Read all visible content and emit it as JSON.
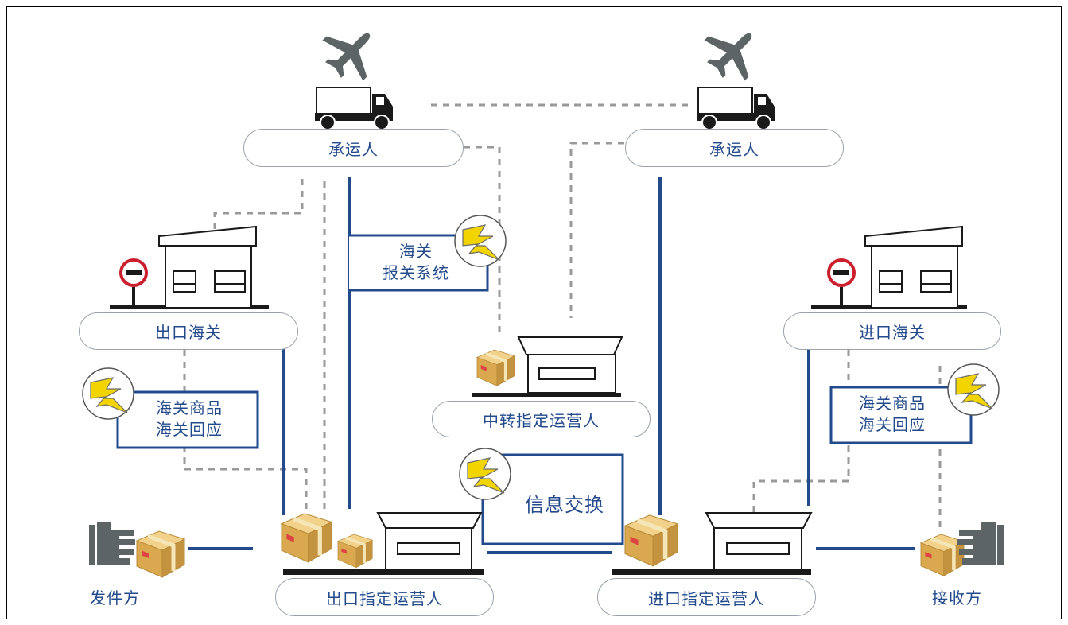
{
  "colors": {
    "primary_blue": "#234b8c",
    "dashed_gray": "#9a9a9a",
    "bolt_yellow": "#f2d400",
    "stop_red": "#cc1f2e",
    "box_tan": "#e0b45c",
    "building_black": "#1a1a1a"
  },
  "carrier_left": {
    "label": "承运人",
    "icons": [
      "airplane-icon",
      "truck-icon"
    ]
  },
  "carrier_right": {
    "label": "承运人",
    "icons": [
      "airplane-icon",
      "truck-icon"
    ]
  },
  "export_customs": {
    "label": "出口海关",
    "icons": [
      "customs-building-icon",
      "stop-sign-icon"
    ]
  },
  "import_customs": {
    "label": "进口海关",
    "icons": [
      "customs-building-icon",
      "stop-sign-icon"
    ]
  },
  "transit_operator": {
    "label": "中转指定运营人",
    "icons": [
      "warehouse-icon",
      "parcel-icon"
    ]
  },
  "export_operator": {
    "label": "出口指定运营人",
    "icons": [
      "warehouse-icon",
      "parcel-icon"
    ]
  },
  "import_operator": {
    "label": "进口指定运营人",
    "icons": [
      "warehouse-icon",
      "parcel-icon"
    ]
  },
  "customs_system": {
    "line1": "海关",
    "line2": "报关系统",
    "icon": "lightning-icon"
  },
  "export_messages": {
    "line1": "海关商品",
    "line2": "海关回应",
    "icon": "lightning-icon"
  },
  "import_messages": {
    "line1": "海关商品",
    "line2": "海关回应",
    "icon": "lightning-icon"
  },
  "info_exchange": {
    "label": "信息交换",
    "icon": "lightning-icon"
  },
  "sender": {
    "label": "发件方",
    "icons": [
      "hand-icon",
      "parcel-icon"
    ]
  },
  "receiver": {
    "label": "接收方",
    "icons": [
      "hand-icon",
      "parcel-icon"
    ]
  }
}
